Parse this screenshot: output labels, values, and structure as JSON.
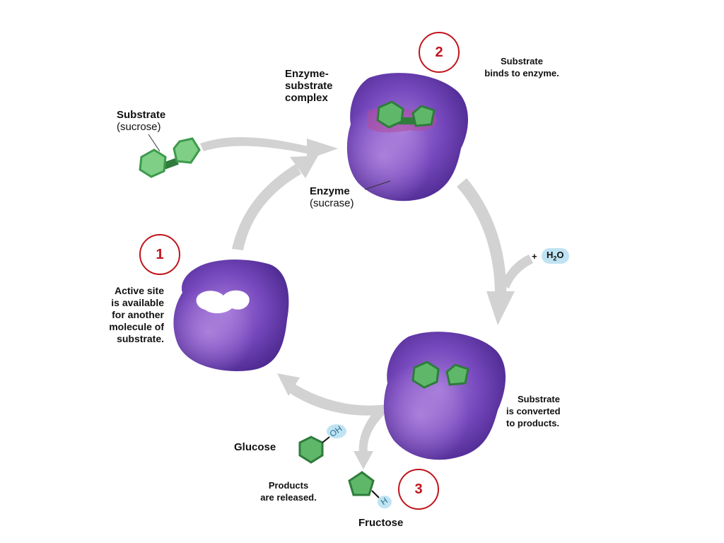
{
  "steps": [
    {
      "number": "1",
      "text_lines": [
        "Active site",
        "is available",
        "for another",
        "molecule of",
        "substrate."
      ]
    },
    {
      "number": "2",
      "text_lines": [
        "Substrate",
        "binds to enzyme."
      ]
    },
    {
      "number": "3",
      "text_lines": [
        "Products",
        "are released."
      ]
    }
  ],
  "step_converted": {
    "text_lines": [
      "Substrate",
      "is converted",
      "to products."
    ]
  },
  "labels": {
    "substrate_title": "Substrate",
    "substrate_sub": "(sucrose)",
    "complex_lines": [
      "Enzyme-",
      "substrate",
      "complex"
    ],
    "enzyme_title": "Enzyme",
    "enzyme_sub": "(sucrase)",
    "glucose": "Glucose",
    "fructose": "Fructose",
    "oh": "OH",
    "h": "H",
    "plus": "+",
    "water_h": "H",
    "water_2": "2",
    "water_o": "O"
  },
  "colors": {
    "enzyme": "#6a3fb0",
    "enzyme_light": "#9c6bd6",
    "substrate": "#5fb86a",
    "substrate_dark": "#2f7c3c",
    "arrow": "#d2d2d2",
    "badge": "#c0141c",
    "water_bubble": "#bfe3f2"
  }
}
